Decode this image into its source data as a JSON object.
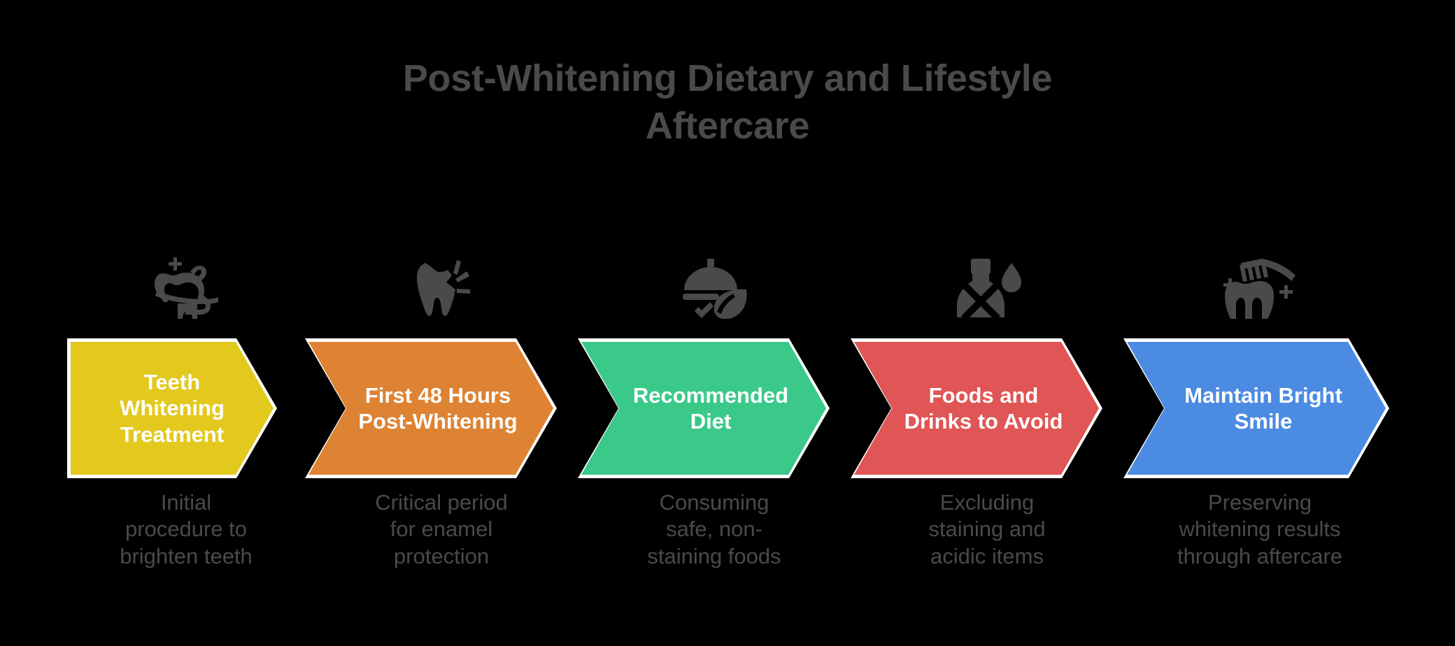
{
  "background_color": "#000000",
  "title": {
    "text": "Post-Whitening Dietary and Lifestyle\nAftercare",
    "color": "#4a4a4a"
  },
  "caption_color": "#4a4a4a",
  "icon_color": "#4a4a4a",
  "border_color": "#ffffff",
  "label_color": "#ffffff",
  "steps": [
    {
      "index": 1,
      "icon": "tooth-whitening-sparkle-icon",
      "label": "Teeth\nWhitening\nTreatment",
      "caption": "Initial\nprocedure to\nbrighten teeth",
      "color": "#e3c81e"
    },
    {
      "index": 2,
      "icon": "tooth-shine-icon",
      "label": "First 48 Hours\nPost-Whitening",
      "caption": "Critical period\nfor enamel\nprotection",
      "color": "#dd8333"
    },
    {
      "index": 3,
      "icon": "food-cloche-leaf-icon",
      "label": "Recommended\nDiet",
      "caption": "Consuming\nsafe, non-\nstaining foods",
      "color": "#3bc98a"
    },
    {
      "index": 4,
      "icon": "bottle-crossed-out-droplet-icon",
      "label": "Foods and\nDrinks to Avoid",
      "caption": "Excluding\nstaining and\nacidic items",
      "color": "#e05555"
    },
    {
      "index": 5,
      "icon": "toothbrush-tooth-sparkle-icon",
      "label": "Maintain Bright\nSmile",
      "caption": "Preserving\nwhitening results\nthrough aftercare",
      "color": "#4c8be2"
    }
  ]
}
